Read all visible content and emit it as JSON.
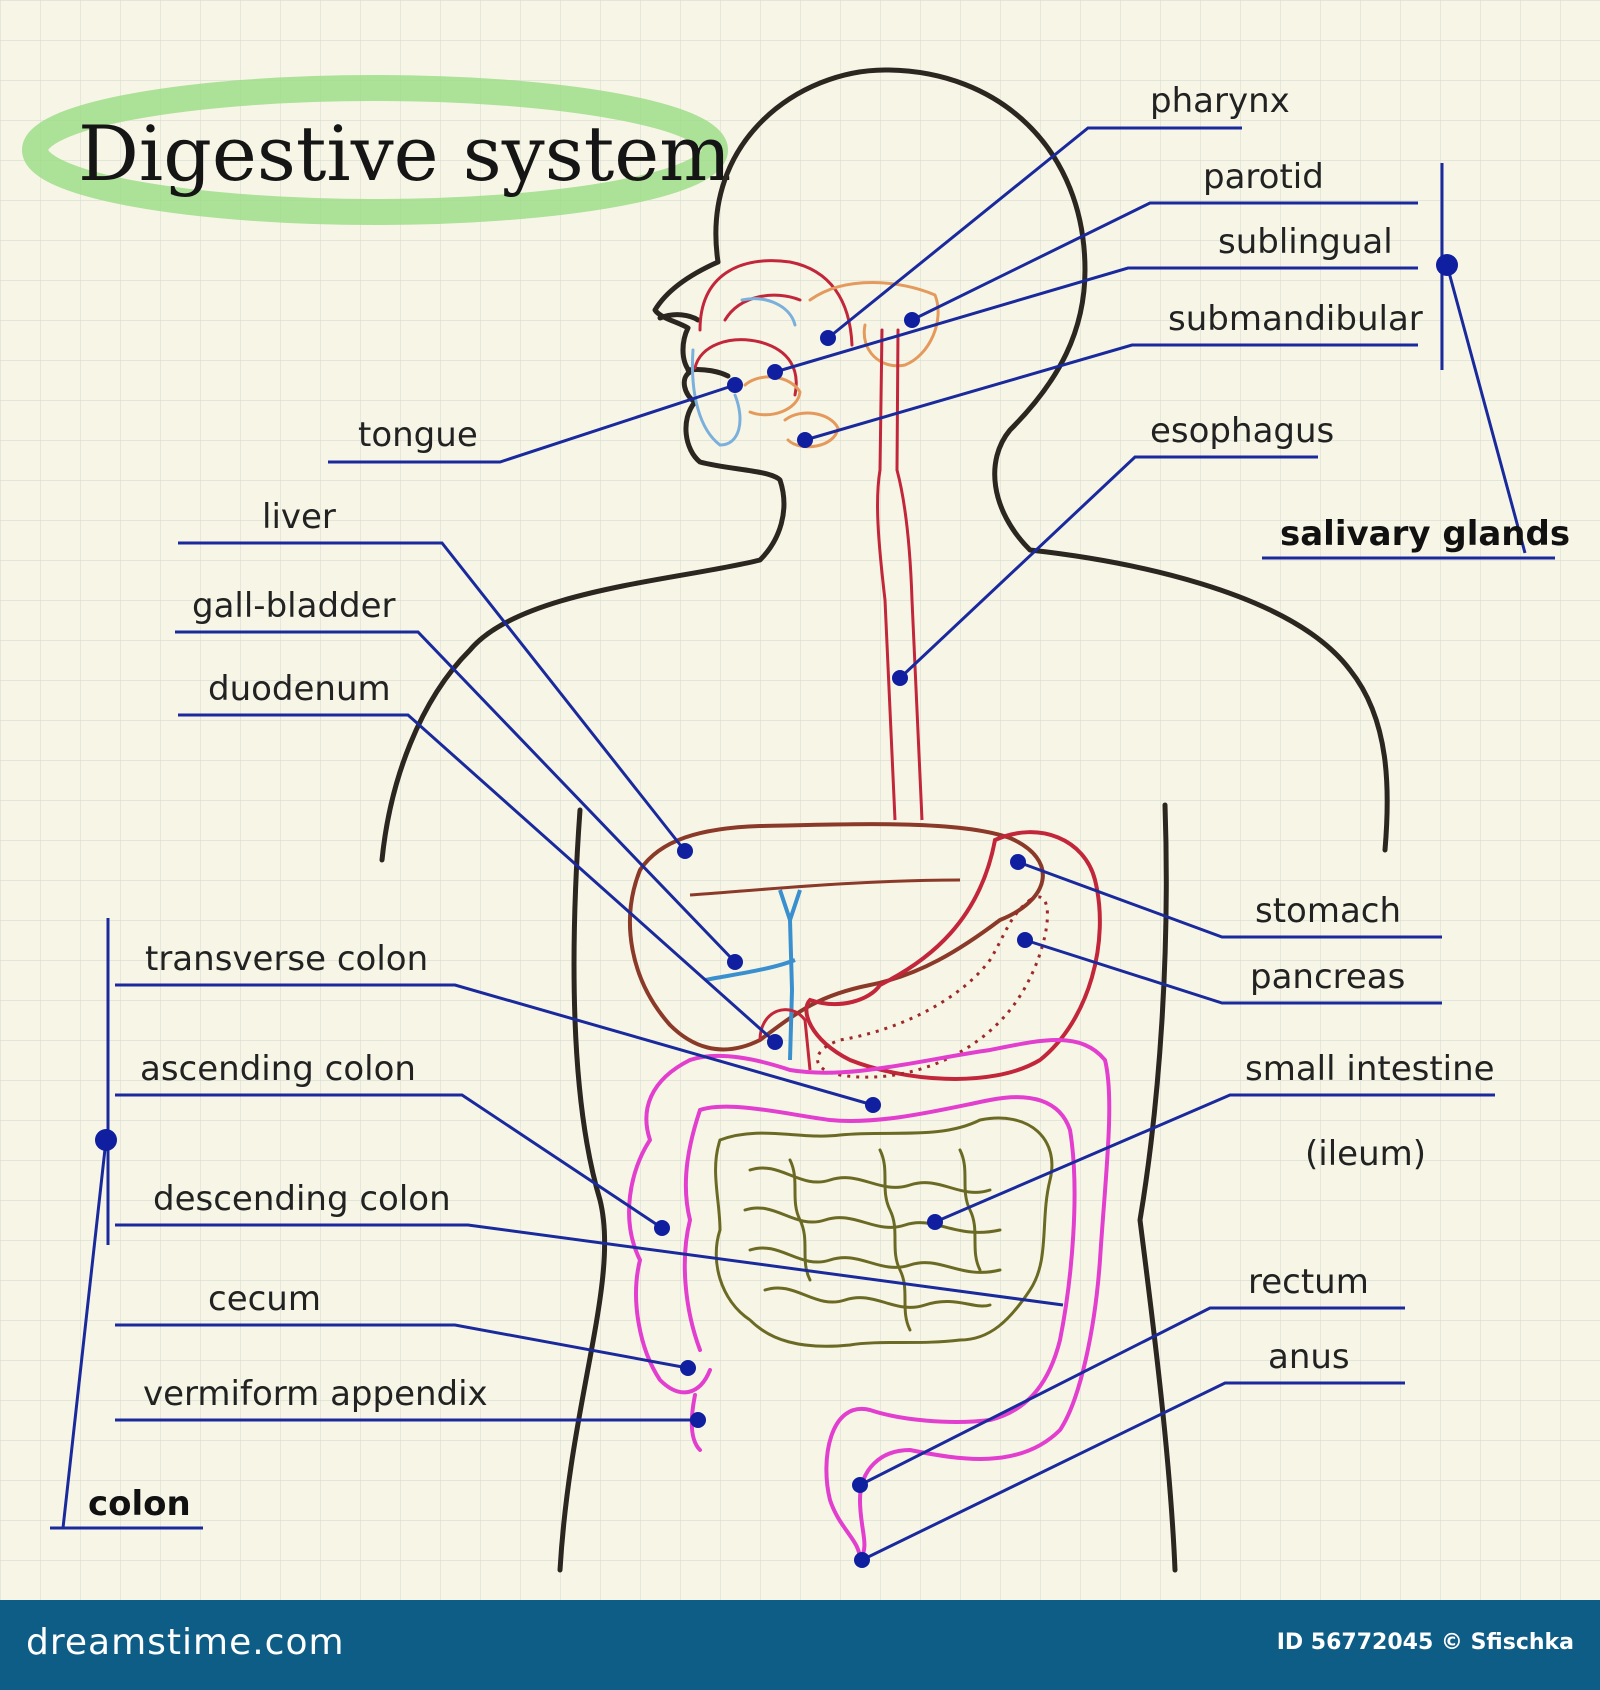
{
  "title": "Digestive system",
  "labels": {
    "pharynx": "pharynx",
    "parotid": "parotid",
    "sublingual": "sublingual",
    "submandibular": "submandibular",
    "tongue": "tongue",
    "esophagus": "esophagus",
    "salivary_glands": "salivary glands",
    "liver": "liver",
    "gall_bladder": "gall-bladder",
    "duodenum": "duodenum",
    "stomach": "stomach",
    "pancreas": "pancreas",
    "transverse_colon": "transverse colon",
    "ascending_colon": "ascending colon",
    "small_intestine": "small intestine",
    "ileum": "(ileum)",
    "descending_colon": "descending colon",
    "cecum": "cecum",
    "rectum": "rectum",
    "vermiform_appendix": "vermiform appendix",
    "anus": "anus",
    "colon": "colon"
  },
  "watermark": {
    "brand": "dreamstime.com",
    "id_text": "ID 56772045 © Sfischka"
  },
  "colors": {
    "background": "#f7f6e6",
    "grid": "#d9dbd2",
    "leader": "#1a2a9c",
    "dot": "#0f1fa0",
    "outline": "#2b2620",
    "highlight": "#9fdd8a",
    "digestive_red": "#c2263a",
    "liver_brown": "#8b3a2a",
    "salivary_orange": "#e49a5c",
    "tongue_blue": "#7bb0dc",
    "intestine_olive": "#6b6a24",
    "colon_magenta": "#e23fcf",
    "bile_blue": "#3a8fcf"
  }
}
